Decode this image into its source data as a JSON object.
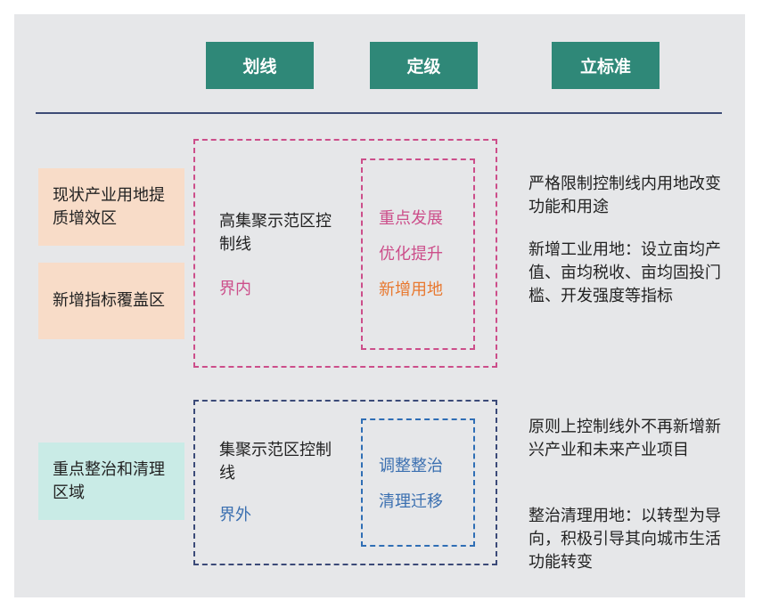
{
  "headers": [
    "划线",
    "定级",
    "立标准"
  ],
  "left_labels": {
    "label1": "现状产业用地提质增效区",
    "label2": "新增指标覆盖区",
    "label3": "重点整治和清理区域"
  },
  "inner_zone": {
    "title": "高集聚示范区控制线",
    "boundary": "界内",
    "actions": [
      "重点发展",
      "优化提升",
      "新增用地"
    ]
  },
  "outer_zone": {
    "title": "集聚示范区控制线",
    "boundary": "界外",
    "actions": [
      "调整整治",
      "清理迁移"
    ]
  },
  "standards": {
    "inner": [
      "严格限制控制线内用地改变功能和用途",
      "新增工业用地：设立亩均产值、亩均税收、亩均固投门槛、开发强度等指标"
    ],
    "outer": [
      "原则上控制线外不再新增新兴产业和未来产业项目",
      "整治清理用地：以转型为导向，积极引导其向城市生活功能转变"
    ]
  },
  "colors": {
    "header_bg": "#2f8878",
    "peach": "#f8dcc8",
    "mint": "#c9ebe6",
    "pink": "#cc4e8a",
    "orange": "#e8782f",
    "blue": "#3a6fb0",
    "navy": "#3d4c76"
  }
}
